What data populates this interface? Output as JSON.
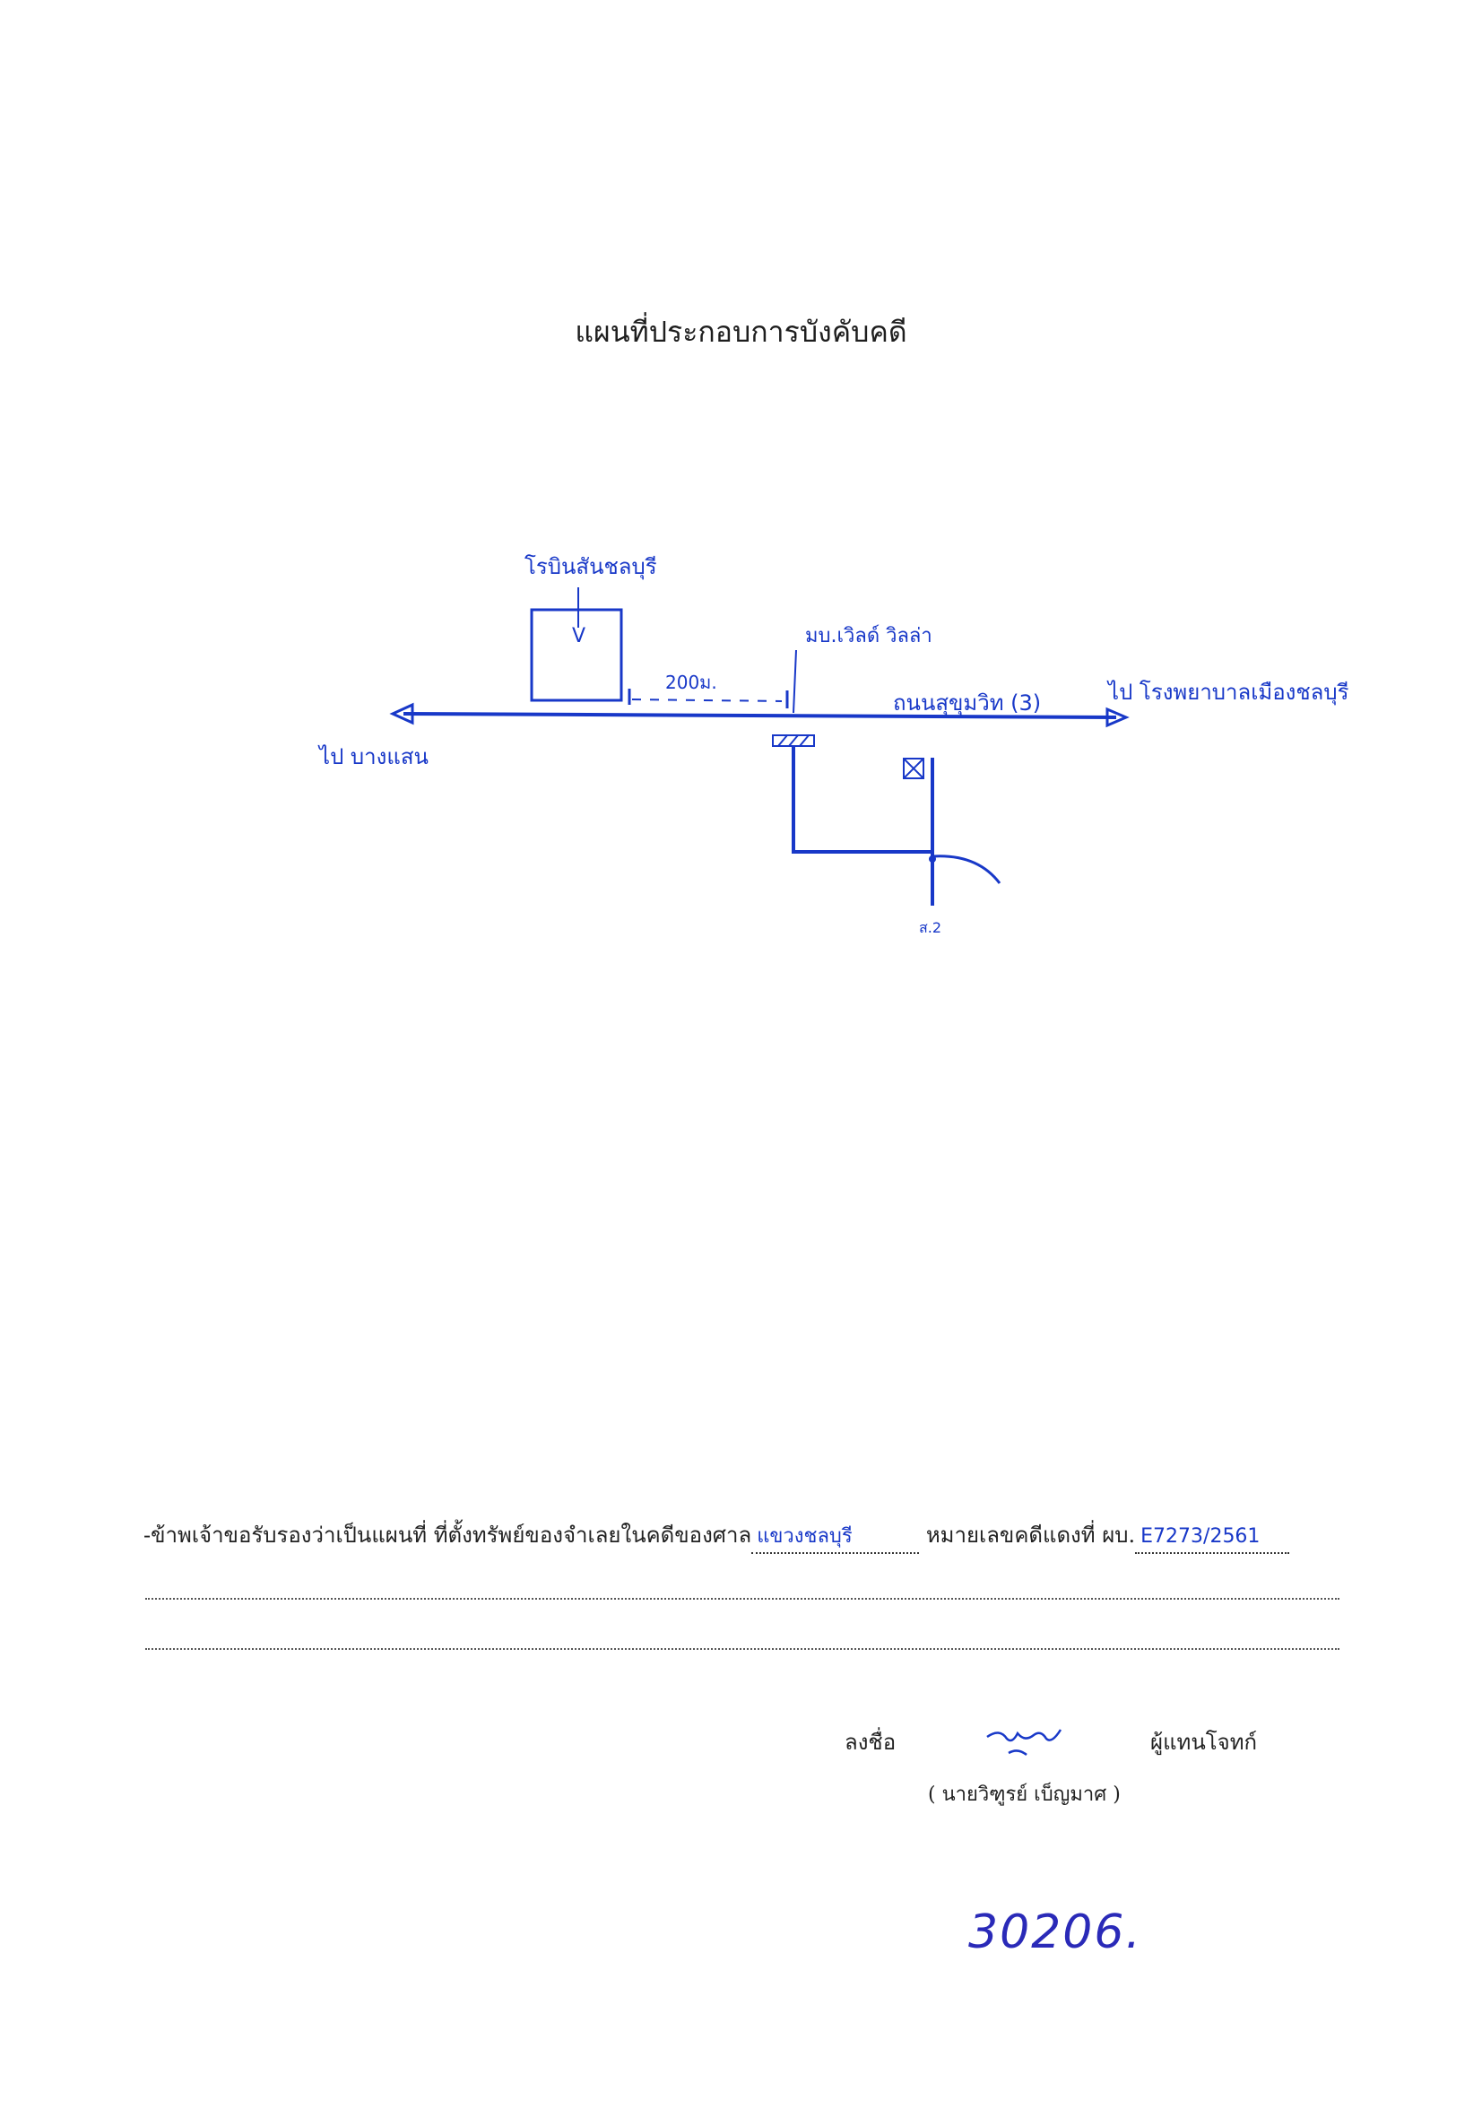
{
  "page_title": "แผนที่ประกอบการบังคับคดี",
  "map": {
    "landmark_top": "โรบินสันชลบุรี",
    "landmark_top_symbol": "V",
    "distance": "200ม.",
    "village": "มบ.เวิลด์ วิลล่า",
    "road_name": "ถนนสุขุมวิท (3)",
    "direction_right": "ไป โรงพยาบาลเมืองชลบุรี",
    "direction_left": "ไป บางแสน",
    "marker_label": "ส.2"
  },
  "certification": {
    "prefix": "-ข้าพเจ้าขอรับรองว่าเป็นแผนที่ ที่ตั้งทรัพย์ของจำเลยในคดีของศาล",
    "court_value": "แขวงชลบุรี",
    "case_label": "หมายเลขคดีแดงที่ ผบ.",
    "case_value": "E7273/2561"
  },
  "signature_block": {
    "sign_label": "ลงชื่อ",
    "signer_role": "ผู้แทนโจทก์",
    "signer_name": "( นายวิฑูรย์ เบ็ญมาศ )"
  },
  "handwritten_number": "30206."
}
